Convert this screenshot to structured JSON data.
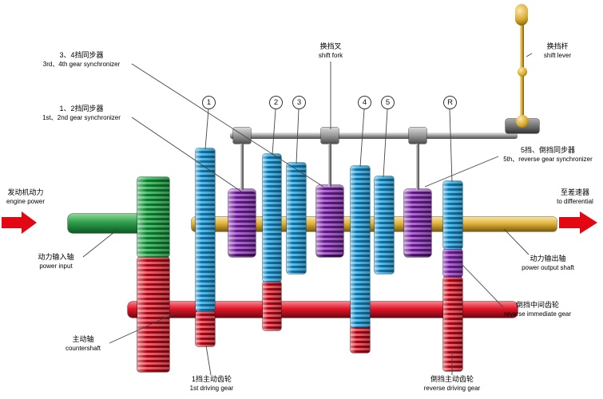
{
  "badges": [
    "1",
    "2",
    "3",
    "4",
    "5",
    "R"
  ],
  "labels": {
    "sync34": {
      "cn": "3、4挡同步器",
      "en": "3rd、4th gear synchronizer"
    },
    "sync12": {
      "cn": "1、2挡同步器",
      "en": "1st、2nd gear synchronizer"
    },
    "shift_fork": {
      "cn": "换挡叉",
      "en": "shift fork"
    },
    "shift_lever": {
      "cn": "换挡杆",
      "en": "shift lever"
    },
    "sync5r": {
      "cn": "5挡、倒挡同步器",
      "en": "5th、reverse gear synchronizer"
    },
    "engine_power": {
      "cn": "发动机动力",
      "en": "engine power"
    },
    "to_differential": {
      "cn": "至差速器",
      "en": "to differential"
    },
    "power_input": {
      "cn": "动力输入轴",
      "en": "power input"
    },
    "power_output": {
      "cn": "动力输出轴",
      "en": "power output shaft"
    },
    "countershaft": {
      "cn": "主动轴",
      "en": "countershaft"
    },
    "first_driving_gear": {
      "cn": "1挡主动齿轮",
      "en": "1st driving gear"
    },
    "reverse_intermediate_gear": {
      "cn": "倒挡中间齿轮",
      "en": "reverse immediate gear"
    },
    "reverse_driving_gear": {
      "cn": "倒挡主动齿轮",
      "en": "reverse driving gear"
    }
  },
  "colors": {
    "input_gear_green": "#2fae4e",
    "mainshaft_gears_blue": "#3fb6e8",
    "synchronizer_purple": "#9b4fc0",
    "counter_gears_red": "#e8192c",
    "shaft_gold": "#dfb23c",
    "power_arrow_red": "#e30613",
    "shift_rail_gray": "#9a9a9a"
  }
}
